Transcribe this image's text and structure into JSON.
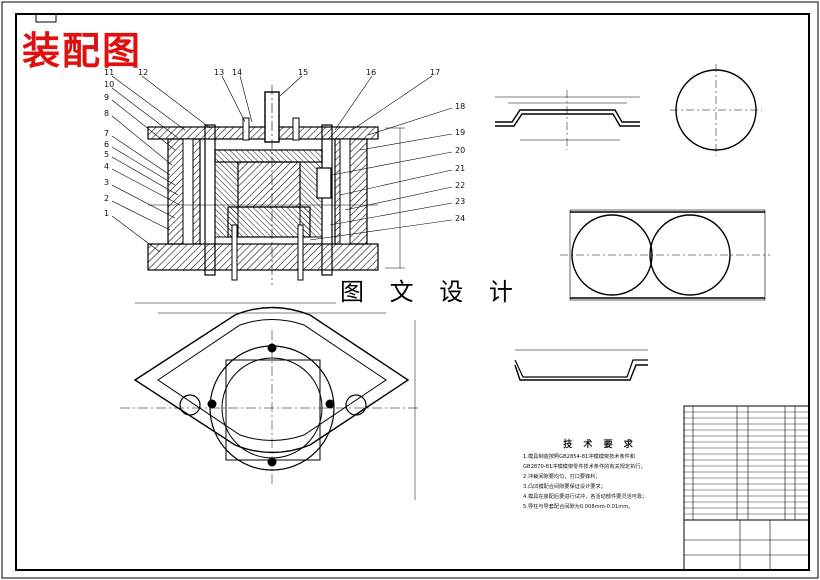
{
  "header": {
    "title": "装配图"
  },
  "watermark": "图 文 设 计",
  "callouts": {
    "left": [
      "11",
      "10",
      "9",
      "8",
      "7",
      "6",
      "5",
      "4",
      "3",
      "2",
      "1"
    ],
    "top": [
      "12",
      "13",
      "14",
      "15",
      "16",
      "17"
    ],
    "right": [
      "18",
      "19",
      "20",
      "21",
      "22",
      "23",
      "24"
    ]
  },
  "tech_requirements": {
    "title": "技 术 要 求",
    "items": [
      "1.模具制造按照GB2854-81冲模模架技术条件和",
      "GB2870-81冲模模架零件技术条件的有关规定执行；",
      "2.冲裁间隙要均匀，刃口要锋利；",
      "3.凸凹模配合间隙要保证设计要求；",
      "4.模具在装配后要进行试冲，各活动部件要灵活可靠；",
      "5.导柱与导套配合间隙为0.008mm-0.01mm。"
    ]
  },
  "colors": {
    "title": "#e01010",
    "lines": "#000000",
    "hatch": "#000000"
  }
}
